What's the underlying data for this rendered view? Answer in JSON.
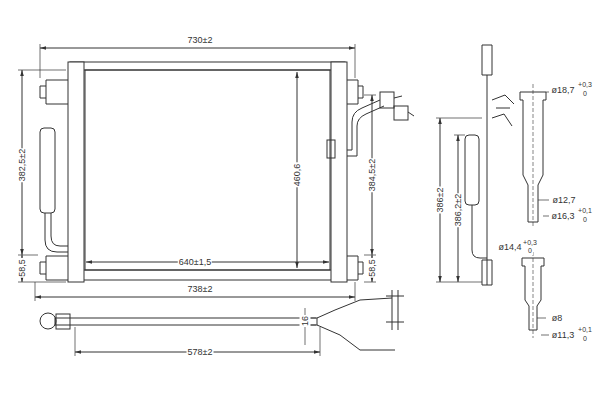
{
  "diagram": {
    "labels": [
      "730±2",
      "382,5±2",
      "460,6",
      "384,5±2",
      "58,5",
      "58,5",
      "640±1,5",
      "738±2",
      "578±2",
      "16",
      "386±2",
      "386,2±2",
      "ø18,7",
      "+0,3",
      "0",
      "ø12,7",
      "ø16,3",
      "+0,1",
      "0",
      "ø14,4",
      "+0,3",
      "0",
      "ø8",
      "ø11,3",
      "+0,1",
      "0"
    ]
  }
}
